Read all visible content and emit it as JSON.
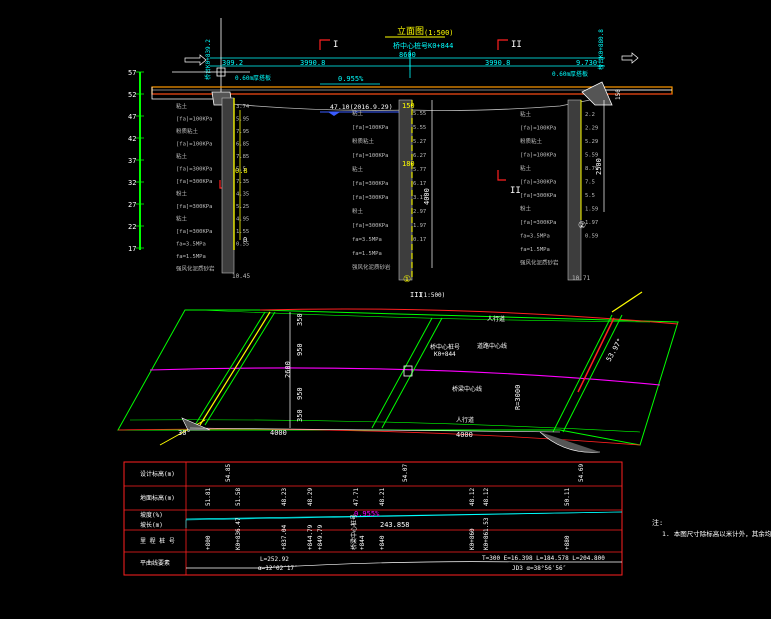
{
  "colors": {
    "background": "#000000",
    "cyan": "#00ffff",
    "white": "#ffffff",
    "red": "#ff2020",
    "green": "#00ff00",
    "yellow": "#ffff00",
    "magenta": "#ff00ff",
    "orange": "#ff9900",
    "blue": "#3a5cff",
    "grey": "#bdbdbd"
  },
  "elevation": {
    "title": "立面图",
    "scale": "(1:500)",
    "section_mark_1": "I",
    "section_mark_2": "II",
    "section_mark_1b": "I",
    "section_mark_2b": "II",
    "center_stake": "桥中心桩号K0+844",
    "left_stake": "桥台K0+839.2",
    "right_stake": "桥台K0+880.8",
    "total_span": "8600",
    "left_span": "3990.8",
    "right_span": "3990.8",
    "left_end": "309.2",
    "right_end": "9.730",
    "grade": "0.955%",
    "water_level": "47.10(2016.9.29)",
    "left_top_label": "0.60m厚搭板",
    "right_top_label": "0.60m厚搭板",
    "pier_top": "150",
    "pier_mid": "180",
    "pier_height": "4000",
    "right_height": "2500",
    "right_small": "150",
    "pile_left": "0.8",
    "pier_no_1": "①",
    "pier_no_2": "②",
    "pier_no_0": "0",
    "sub_scale": "(1:500)",
    "sub_label": "III",
    "left_bottom_elev": "10.45",
    "right_bottom_elev": "10.71",
    "scale_ticks": [
      "57",
      "52",
      "47",
      "42",
      "37",
      "32",
      "27",
      "22",
      "17"
    ],
    "soil_left": [
      {
        "name": "粘土",
        "elev": "3.74"
      },
      {
        "name": "[fa]=100KPa",
        "elev": "5.95"
      },
      {
        "name": "粉质粘土",
        "elev": "7.95"
      },
      {
        "name": "[fa]=100KPa",
        "elev": "6.85"
      },
      {
        "name": "粘土",
        "elev": "7.85"
      },
      {
        "name": "[fa]=300KPa",
        "elev": "5.5"
      },
      {
        "name": "[fa]=300KPa",
        "elev": "7.35"
      },
      {
        "name": "粉土",
        "elev": "4.35"
      },
      {
        "name": "[fa]=300KPa",
        "elev": "5.25"
      },
      {
        "name": "粘土",
        "elev": "4.95"
      },
      {
        "name": "[fa]=300KPa",
        "elev": "1.55"
      },
      {
        "name": "fa=3.5MPa",
        "elev": "0.55"
      },
      {
        "name": "fa=1.5MPa",
        "elev": ""
      },
      {
        "name": "强风化泥质砂岩",
        "elev": ""
      }
    ],
    "soil_mid": [
      {
        "name": "粘土",
        "elev": "5.55"
      },
      {
        "name": "[fa]=100KPa",
        "elev": "5.55"
      },
      {
        "name": "粉质粘土",
        "elev": "5.27"
      },
      {
        "name": "[fa]=100KPa",
        "elev": "6.27"
      },
      {
        "name": "粘土",
        "elev": "5.77"
      },
      {
        "name": "[fa]=300KPa",
        "elev": "6.17"
      },
      {
        "name": "[fa]=300KPa",
        "elev": "3.17"
      },
      {
        "name": "粉土",
        "elev": "2.97"
      },
      {
        "name": "[fa]=300KPa",
        "elev": "1.97"
      },
      {
        "name": "fa=3.5MPa",
        "elev": "0.17"
      },
      {
        "name": "fa=1.5MPa",
        "elev": ""
      },
      {
        "name": "强风化泥质砂岩",
        "elev": ""
      }
    ],
    "soil_right": [
      {
        "name": "粘土",
        "elev": "2.2"
      },
      {
        "name": "[fa]=100KPa",
        "elev": "2.29"
      },
      {
        "name": "粉质粘土",
        "elev": "5.29"
      },
      {
        "name": "[fa]=100KPa",
        "elev": "5.59"
      },
      {
        "name": "粘土",
        "elev": "8.79"
      },
      {
        "name": "[fa]=300KPa",
        "elev": "7.5"
      },
      {
        "name": "[fa]=300KPa",
        "elev": "5.5"
      },
      {
        "name": "粉土",
        "elev": "1.59"
      },
      {
        "name": "[fa]=300KPa",
        "elev": "1.97"
      },
      {
        "name": "fa=3.5MPa",
        "elev": "0.59"
      },
      {
        "name": "fa=1.5MPa",
        "elev": ""
      },
      {
        "name": "强风化泥质砂岩",
        "elev": ""
      }
    ]
  },
  "plan": {
    "w350a": "350",
    "w950a": "950",
    "w2600": "2600",
    "w950b": "950",
    "w350b": "350",
    "w4000a": "4000",
    "w4000b": "4000",
    "skew_left": "30°",
    "skew_right": "53.97°",
    "radius": "R=3000",
    "center_stake": "桥中心桩号",
    "center_stake_val": "K0+844",
    "road_label": "道路中心线",
    "bridge_label": "桥梁中心线",
    "up_label": "人行道",
    "down_label": "人行道"
  },
  "table": {
    "row_labels": [
      "设计标高(m)",
      "地面标高(m)",
      "坡度(%)",
      "坡长(m)",
      "里 程 桩 号",
      "平曲线要素"
    ],
    "design_elev": [
      "54.85",
      "54.07",
      "54.69"
    ],
    "ground_elev": [
      "51.81",
      "51.58",
      "48.23",
      "48.29",
      "47.71",
      "48.21",
      "48.12",
      "48.12",
      "50.11"
    ],
    "grade": "0.955%",
    "length": "243.858",
    "stakes": [
      "+800",
      "K0+836.47",
      "+837.04",
      "+844.79",
      "+849.79",
      "+840",
      "K0+860",
      "K0+861.53",
      "+880"
    ],
    "stake_mid": [
      "桥梁中心桩号",
      "+844"
    ],
    "curve_1": "T=300 E=16.398 L=184.578 L=204.800",
    "curve_2": "α=12°02′17″",
    "curve_3": "JD3 α=38°56′56″",
    "curve_4": "L=252.92"
  },
  "notes": {
    "heading": "注:",
    "line1": "1. 本图尺寸除标高以米计外，其余均以厘米计。"
  }
}
